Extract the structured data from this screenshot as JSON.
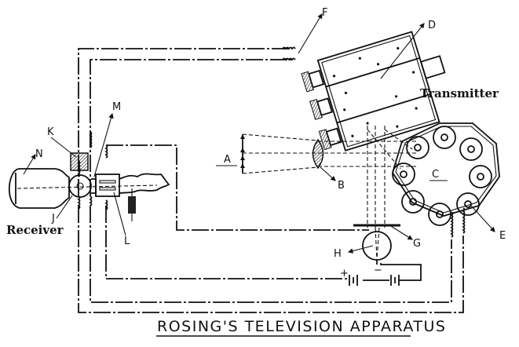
{
  "title": "Rosing's Television Apparatus",
  "title_display": "ROSING'S TELEVISION APPARATUS",
  "section_labels": {
    "transmitter": "Transmitter",
    "receiver": "Receiver"
  },
  "component_labels": {
    "A": "A",
    "B": "B",
    "C": "C",
    "D": "D",
    "E": "E",
    "F": "F",
    "G": "G",
    "H": "H",
    "J": "J",
    "K": "K",
    "L": "L",
    "M": "M",
    "N": "N"
  },
  "battery_signs": {
    "plus": "+",
    "minus": "−"
  },
  "colors": {
    "ink": "#111111",
    "paper": "#ffffff"
  }
}
